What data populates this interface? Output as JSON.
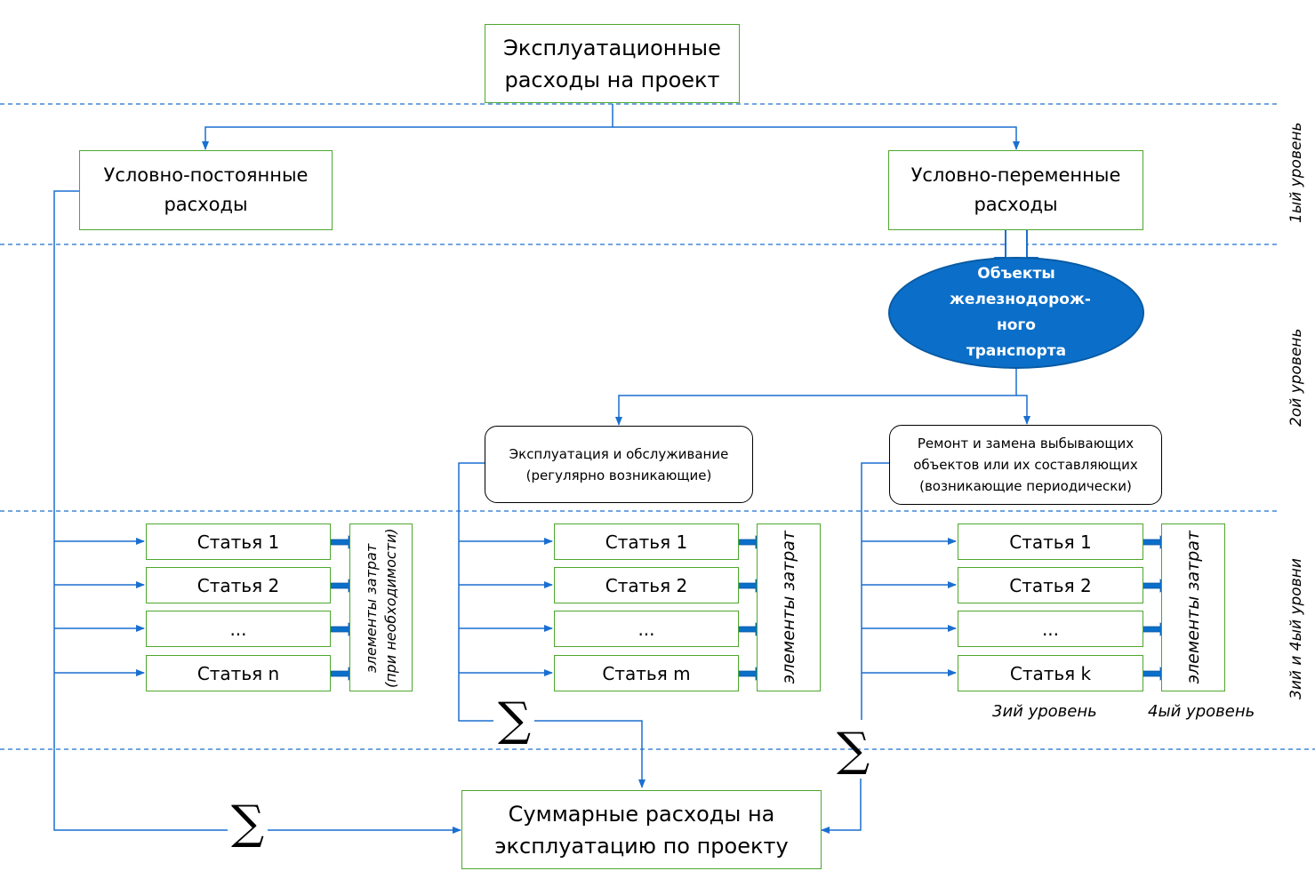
{
  "top": {
    "title": "Эксплуатационные расходы на проект"
  },
  "level1": {
    "fixed": "Условно-постоянные расходы",
    "variable": "Условно-переменные расходы"
  },
  "level2": {
    "objects": "Объекты железнодорож-ного транспорта",
    "operation": "Эксплуатация и обслуживание (регулярно возникающие)",
    "repair": "Ремонт и замена выбывающих объектов или их составляющих (возникающие периодически)"
  },
  "groups": [
    {
      "items": [
        "Статья 1",
        "Статья 2",
        "...",
        "Статья n"
      ],
      "elements": "элементы затрат (при необходимости)"
    },
    {
      "items": [
        "Статья 1",
        "Статья 2",
        "...",
        "Статья m"
      ],
      "elements": "элементы затрат"
    },
    {
      "items": [
        "Статья 1",
        "Статья 2",
        "...",
        "Статья k"
      ],
      "elements": "элементы затрат"
    }
  ],
  "sum_symbol": "∑",
  "total": "Суммарные расходы на эксплуатацию по проекту",
  "level_labels": {
    "l1": "1ый уровень",
    "l2": "2ой уровень",
    "l34": "3ий и 4ый уровни",
    "l3": "3ий уровень",
    "l4": "4ый уровень"
  },
  "colors": {
    "line": "#1a6fd0",
    "box_border": "#4ea72e",
    "ellipse": "#0b6fc9",
    "divider": "#1a6fd0"
  }
}
